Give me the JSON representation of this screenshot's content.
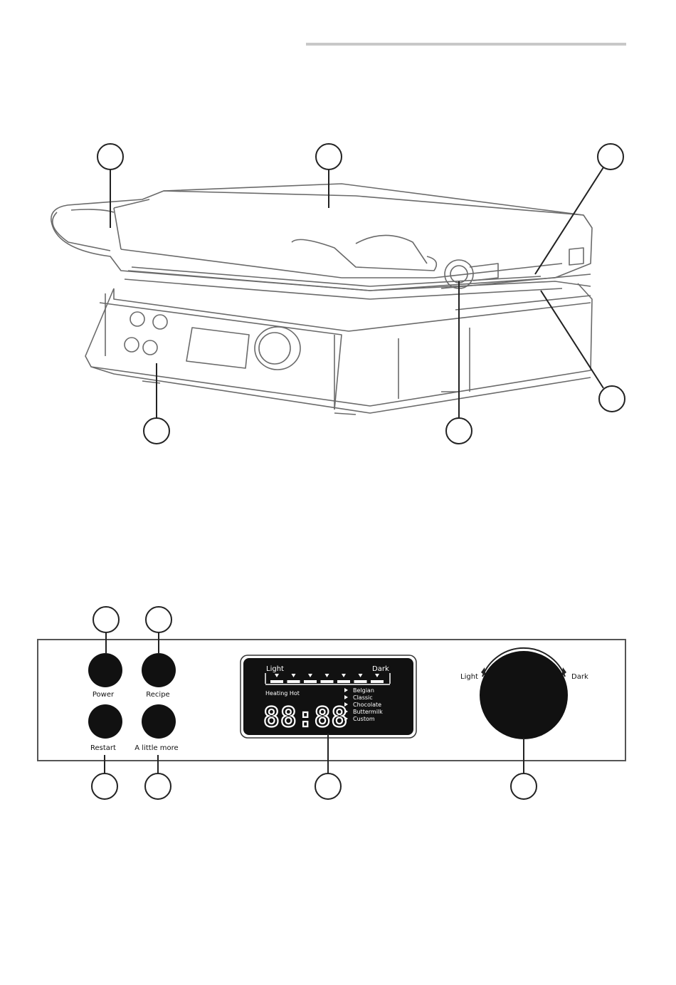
{
  "panel": {
    "buttons": {
      "power": "Power",
      "recipe": "Recipe",
      "restart": "Restart",
      "a_little_more": "A little more"
    },
    "display": {
      "light": "Light",
      "dark": "Dark",
      "status": "Heating Hot",
      "digits": "88:88",
      "recipes": [
        "Belgian",
        "Classic",
        "Chocolate",
        "Buttermilk",
        "Custom"
      ]
    },
    "dial": {
      "light": "Light",
      "dark": "Dark"
    }
  },
  "colors": {
    "line": "#5a5a5a",
    "display_bg": "#111111",
    "button": "#111111",
    "rule": "#c8c8c8"
  }
}
